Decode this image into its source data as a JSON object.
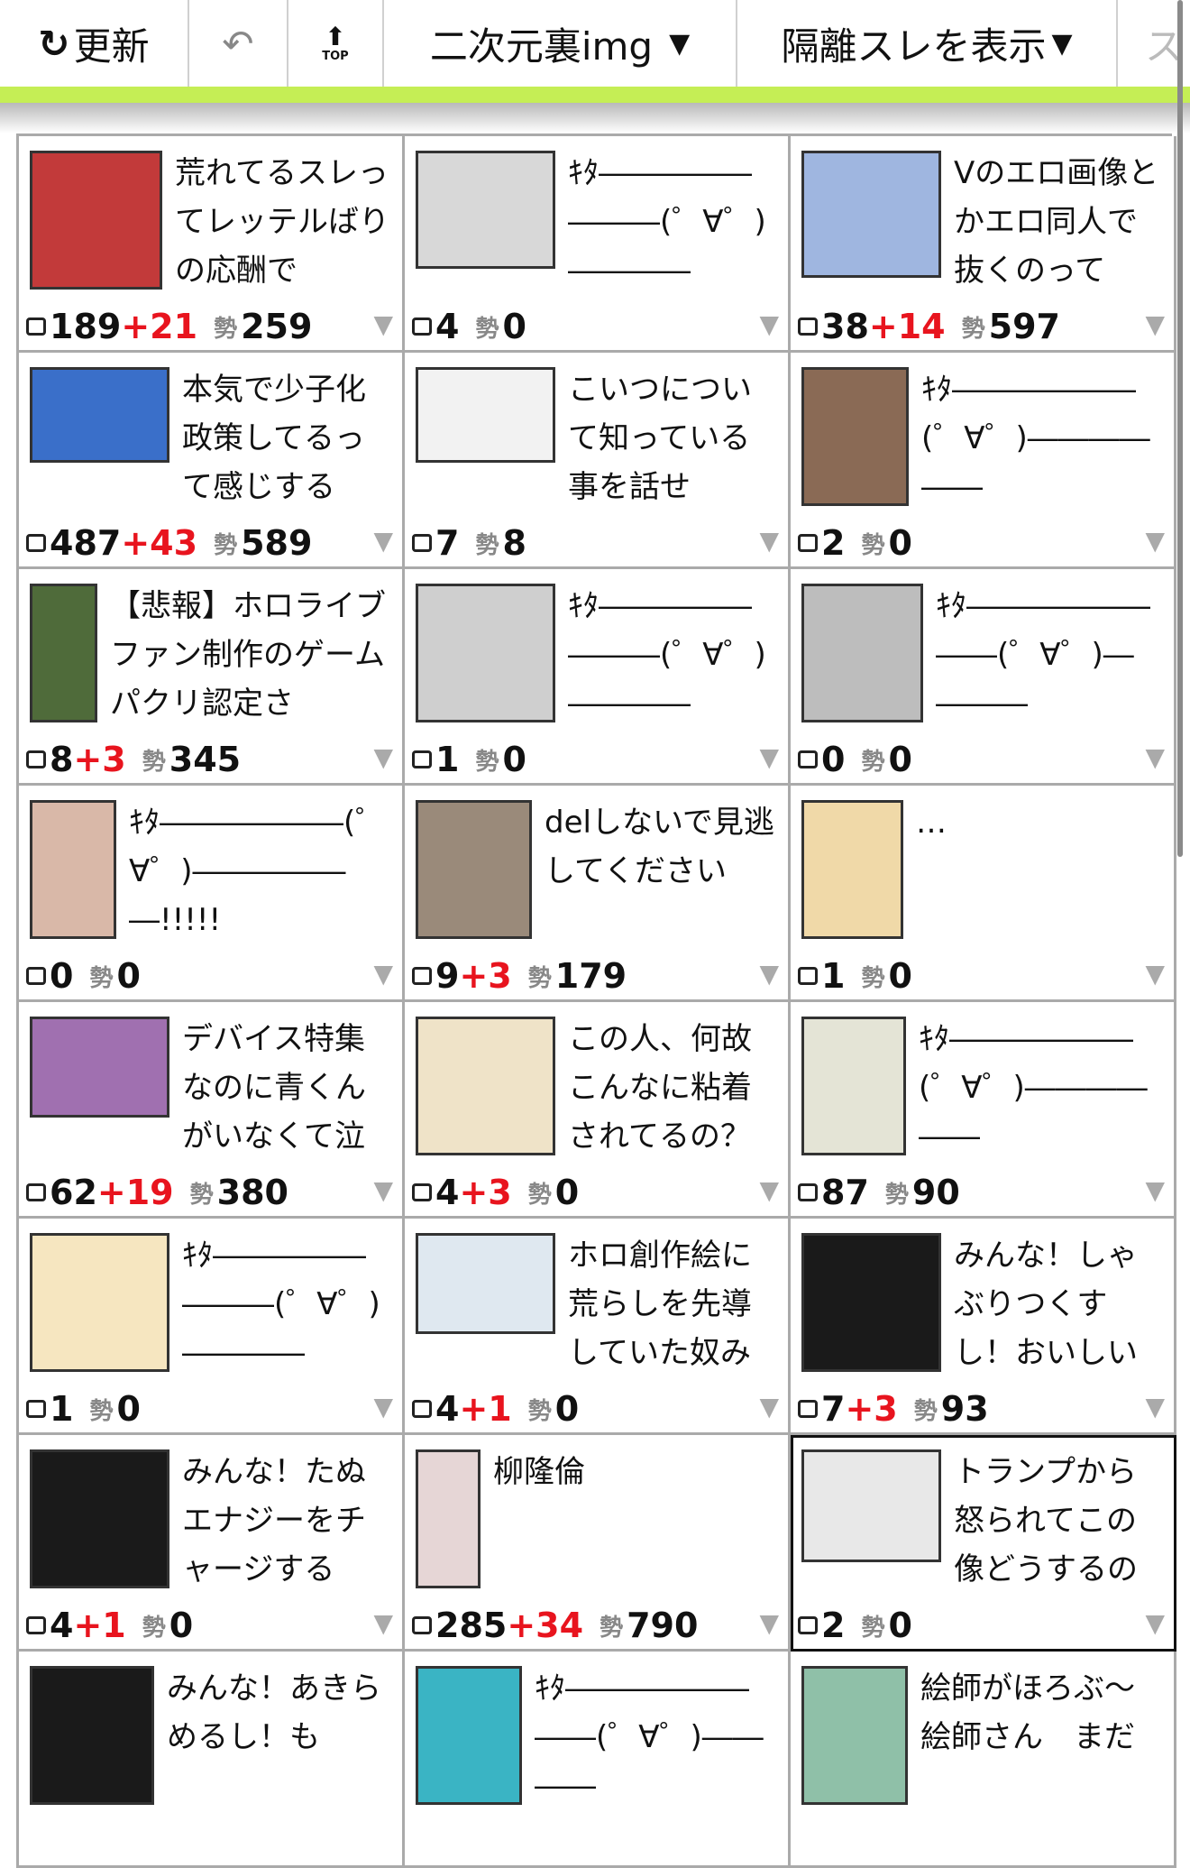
{
  "toolbar": {
    "refresh_label": "更新",
    "refresh_icon": "↻",
    "back_icon": "↶",
    "top_icon": "⬆",
    "top_label": "TOP",
    "board_select": "二次元裏img",
    "isolated_select": "隔離スレを表示",
    "dropdown_icon": "▼",
    "next_partial": "ス"
  },
  "colors": {
    "accent_bar": "#c5ee55",
    "increase": "#e8141e",
    "selected_border": "#111111"
  },
  "ikioi_label": "勢",
  "more_icon": "▼",
  "threads": [
    {
      "title": "荒れてるスレってレッテルばりの応酬で",
      "res": "189",
      "inc": "+21",
      "ikioi": "259",
      "thumb": "#c23a3a"
    },
    {
      "title": "ｷﾀ――――――――(゜∀゜)――――",
      "res": "4",
      "inc": "",
      "ikioi": "0",
      "thumb": "#d8d8d8"
    },
    {
      "title": "Vのエロ画像とかエロ同人で抜くのって",
      "res": "38",
      "inc": "+14",
      "ikioi": "597",
      "thumb": "#9fb6e0"
    },
    {
      "title": "本気で少子化政策してるって感じする",
      "res": "487",
      "inc": "+43",
      "ikioi": "589",
      "thumb": "#3a6fc9"
    },
    {
      "title": "こいつについて知っている事を話せ",
      "res": "7",
      "inc": "",
      "ikioi": "8",
      "thumb": "#f2f2f2"
    },
    {
      "title": "ｷﾀ――――――(゜∀゜)――――――",
      "res": "2",
      "inc": "",
      "ikioi": "0",
      "thumb": "#8a6a55"
    },
    {
      "title": "【悲報】ホロライブファン制作のゲームパクリ認定さ",
      "res": "8",
      "inc": "+3",
      "ikioi": "345",
      "thumb": "#4f6b3a"
    },
    {
      "title": "ｷﾀ――――――――(゜∀゜)――――",
      "res": "1",
      "inc": "",
      "ikioi": "0",
      "thumb": "#cfcfcf"
    },
    {
      "title": "ｷﾀ――――――――(゜∀゜)――――",
      "res": "0",
      "inc": "",
      "ikioi": "0",
      "thumb": "#bdbdbd"
    },
    {
      "title": "ｷﾀ――――――(゜∀゜)――――――!!!!!",
      "res": "0",
      "inc": "",
      "ikioi": "0",
      "thumb": "#d9b8a8"
    },
    {
      "title": "delしないで見逃してください",
      "res": "9",
      "inc": "+3",
      "ikioi": "179",
      "thumb": "#9a8a7a"
    },
    {
      "title": "…",
      "res": "1",
      "inc": "",
      "ikioi": "0",
      "thumb": "#f0d9a8"
    },
    {
      "title": "デバイス特集なのに青くんがいなくて泣",
      "res": "62",
      "inc": "+19",
      "ikioi": "380",
      "thumb": "#a070b0"
    },
    {
      "title": "この人、何故こんなに粘着されてるの？",
      "res": "4",
      "inc": "+3",
      "ikioi": "0",
      "thumb": "#efe3c8"
    },
    {
      "title": "ｷﾀ――――――(゜∀゜)――――――",
      "res": "87",
      "inc": "",
      "ikioi": "90",
      "thumb": "#e4e4d6"
    },
    {
      "title": "ｷﾀ――――――――(゜∀゜)――――",
      "res": "1",
      "inc": "",
      "ikioi": "0",
      "thumb": "#f6e6c0"
    },
    {
      "title": "ホロ創作絵に荒らしを先導していた奴み",
      "res": "4",
      "inc": "+1",
      "ikioi": "0",
      "thumb": "#dfe8f0"
    },
    {
      "title": "みんな！しゃぶりつくすし！おいしい",
      "res": "7",
      "inc": "+3",
      "ikioi": "93",
      "thumb": "#1a1a1a"
    },
    {
      "title": "みんな！たぬエナジーをチャージする",
      "res": "4",
      "inc": "+1",
      "ikioi": "0",
      "thumb": "#1a1a1a"
    },
    {
      "title": "柳隆倫",
      "res": "285",
      "inc": "+34",
      "ikioi": "790",
      "thumb": "#e6d6d6"
    },
    {
      "title": "トランプから怒られてこの像どうするの",
      "res": "2",
      "inc": "",
      "ikioi": "0",
      "thumb": "#e8e8e8",
      "selected": true
    },
    {
      "title": "みんな！あきらめるし！も",
      "res": "",
      "inc": "",
      "ikioi": "",
      "thumb": "#1a1a1a"
    },
    {
      "title": "ｷﾀ――――――――(゜∀゜)――――",
      "res": "",
      "inc": "",
      "ikioi": "",
      "thumb": "#3ab4c4"
    },
    {
      "title": "絵師がほろぶ～絵師さん　まだ",
      "res": "",
      "inc": "",
      "ikioi": "",
      "thumb": "#8fc0a8"
    }
  ]
}
